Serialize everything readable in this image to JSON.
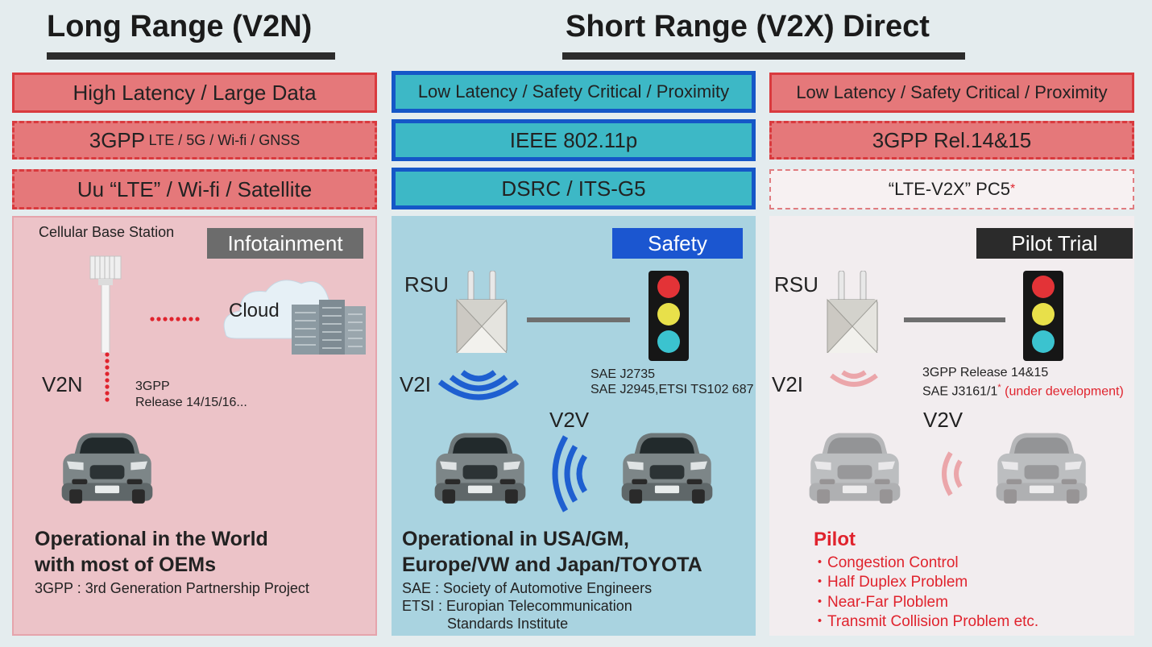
{
  "headers": {
    "long_range": "Long Range (V2N)",
    "short_range": "Short Range (V2X) Direct"
  },
  "col1": {
    "row1": "High Latency / Large Data",
    "row2_big": "3GPP",
    "row2_small": "LTE / 5G / Wi-fi / GNSS",
    "row3": "Uu “LTE” / Wi-fi / Satellite",
    "base_station_label": "Cellular Base Station",
    "tag": "Infotainment",
    "cloud_label": "Cloud",
    "v2n_label": "V2N",
    "release_line1": "3GPP",
    "release_line2": "Release 14/15/16...",
    "footer_line1": "Operational in the World",
    "footer_line2": "with most of OEMs",
    "footer_note": "3GPP : 3rd Generation Partnership Project"
  },
  "col2": {
    "row1": "Low Latency / Safety Critical / Proximity",
    "row2": "IEEE 802.11p",
    "row3": "DSRC / ITS-G5",
    "tag": "Safety",
    "rsu_label": "RSU",
    "v2i_label": "V2I",
    "v2v_label": "V2V",
    "std_line1": "SAE J2735",
    "std_line2": "SAE J2945,ETSI TS102 687",
    "footer_line1": "Operational in USA/GM,",
    "footer_line2": "Europe/VW and Japan/TOYOTA",
    "note_line1": "SAE : Society of Automotive Engineers",
    "note_line2": "ETSI : Europian Telecommunication",
    "note_line3": "Standards Institute"
  },
  "col3": {
    "row1": "Low Latency / Safety Critical / Proximity",
    "row2": "3GPP Rel.14&15",
    "row3": "“LTE-V2X” PC5",
    "row3_star": "*",
    "tag": "Pilot Trial",
    "rsu_label": "RSU",
    "v2i_label": "V2I",
    "v2v_label": "V2V",
    "std_line1": "3GPP Release 14&15",
    "std_line2": "SAE J3161/1",
    "std_star": "*",
    "std_dev": "(under development)",
    "pilot_title": "Pilot",
    "pilot_items": [
      "・Congestion Control",
      "・Half Duplex Problem",
      "・Near-Far Ploblem",
      "・Transmit Collision Problem etc."
    ]
  },
  "colors": {
    "red_fill": "#e5787a",
    "red_border": "#d93a3e",
    "blue_fill": "#3db8c6",
    "blue_border": "#1557c7",
    "safety_tag": "#1b56d0",
    "dark_tag": "#2b2b2b",
    "gray_tag": "#6c6c6c",
    "alert_red": "#e0232d"
  }
}
